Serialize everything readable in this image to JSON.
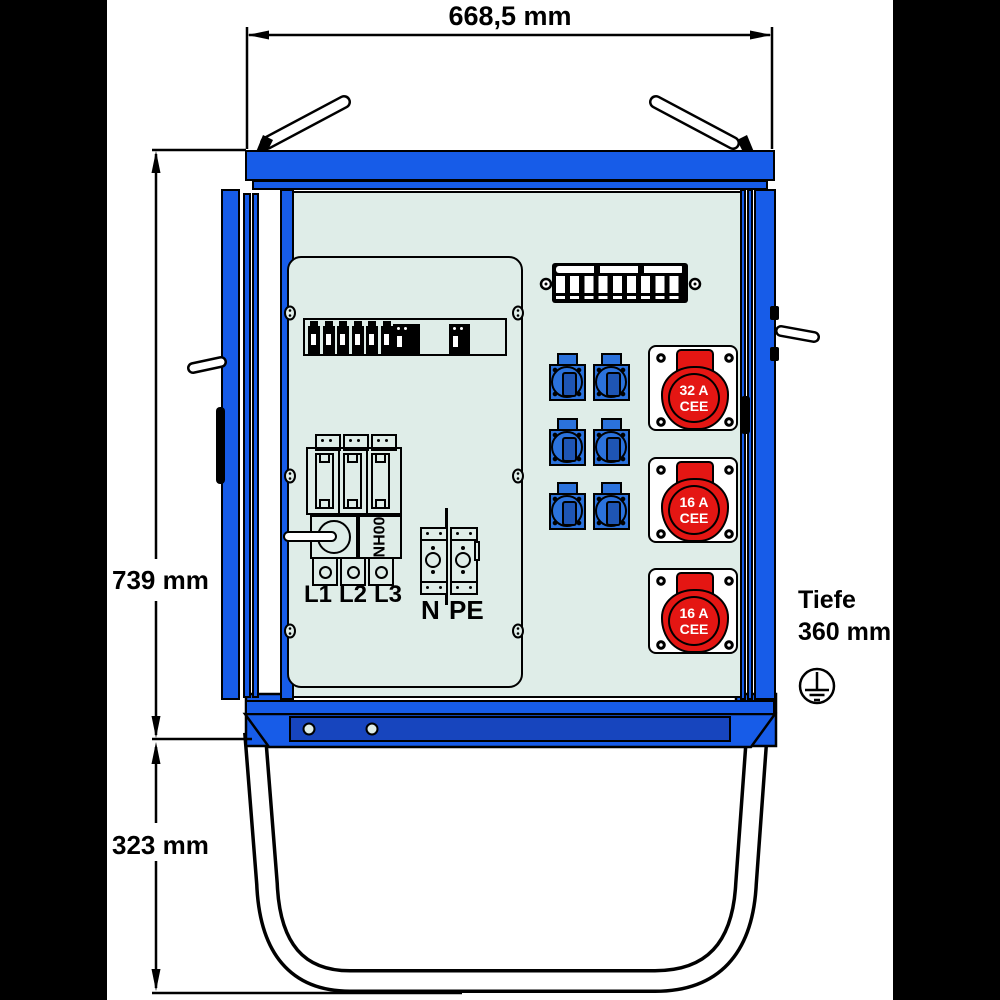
{
  "colors": {
    "cabinet_blue": "#175CE8",
    "base_bar_blue": "#1745BE",
    "socket_blue": "#2B72DC",
    "socket_blue_dark": "#1E55B4",
    "cee_red": "#E41613",
    "panel": "#DFEDE8"
  },
  "dimensions": {
    "width_label": "668,5 mm",
    "height_label": "739 mm",
    "stand_height_label": "323 mm",
    "depth_label_line1": "Tiefe",
    "depth_label_line2": "360 mm"
  },
  "cabinet": {
    "phase_labels": [
      "L1",
      "L2",
      "L3"
    ],
    "neutral_label": "N",
    "earth_label": "PE",
    "fuse_switch_label": "NH00",
    "cee_sockets": [
      {
        "amp": "32 A",
        "type": "CEE"
      },
      {
        "amp": "16 A",
        "type": "CEE"
      },
      {
        "amp": "16 A",
        "type": "CEE"
      }
    ],
    "schuko_socket_count": 6
  },
  "icons": {
    "ground": "protective-earth-symbol"
  }
}
